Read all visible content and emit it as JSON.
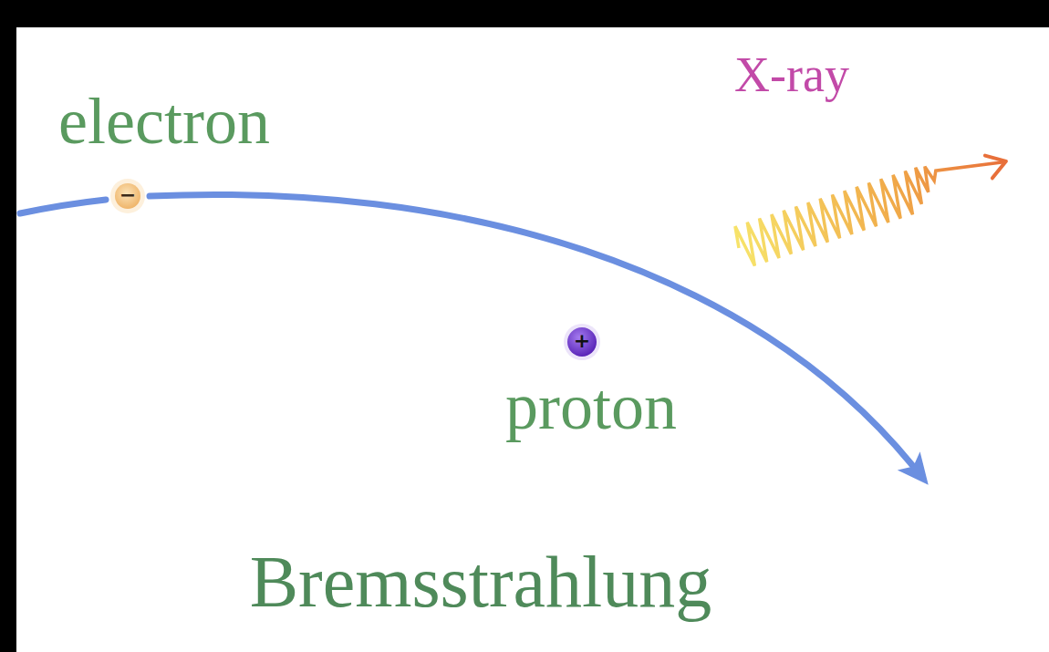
{
  "diagram": {
    "caption": "Bremsstrahlung",
    "labels": [
      "electron",
      "−",
      "X-ray",
      "+",
      "proton"
    ]
  }
}
